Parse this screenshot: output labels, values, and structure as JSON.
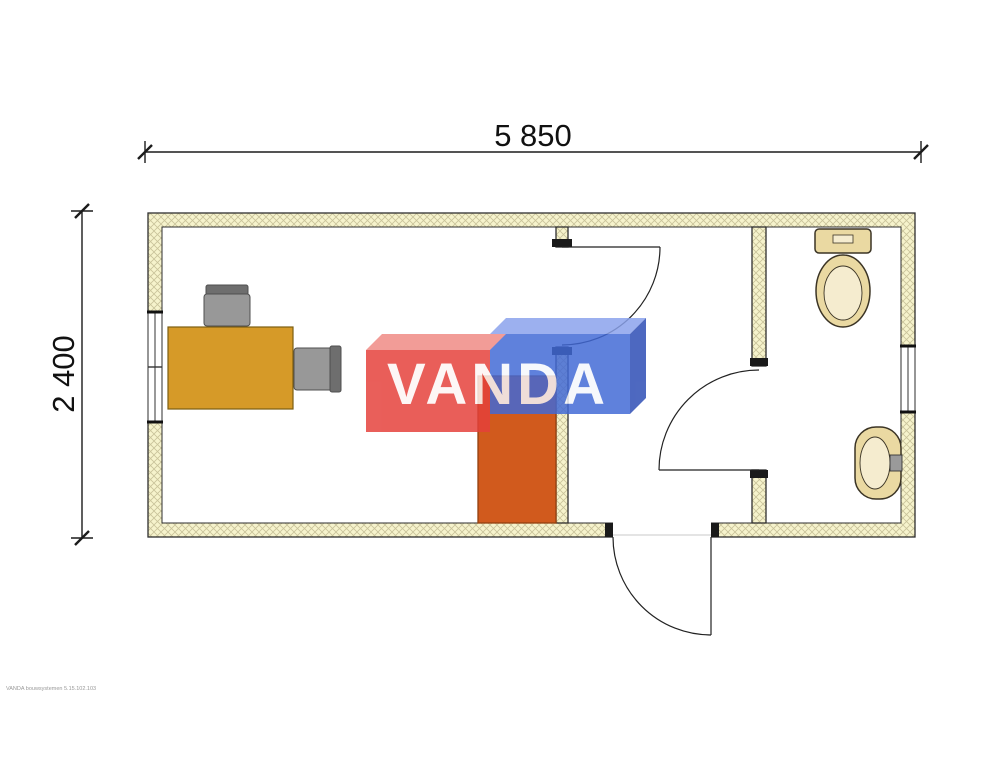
{
  "dimensions": {
    "width_label": "5 850",
    "height_label": "2 400"
  },
  "watermark": {
    "text": "VANDA",
    "red_front": "#e5403a",
    "red_top": "#f08a84",
    "blue_front": "#4169d6",
    "blue_top": "#8aa2ec",
    "blue_side": "#2c4cb4",
    "text_color": "#ffffff"
  },
  "colors": {
    "wall_fill": "#f6f3cc",
    "wall_hatch": "#c9c39a",
    "outline": "#2e2e2e",
    "desk": "#d69a28",
    "chair_seat": "#989898",
    "chair_back": "#6e6e6e",
    "cabinet": "#d15a1d",
    "fixture_fill": "#ead9a2",
    "fixture_inner": "#f5eccf",
    "tap": "#9a9a9a"
  },
  "fine_print": "VANDA bouwsystemen 5.15.102.103"
}
